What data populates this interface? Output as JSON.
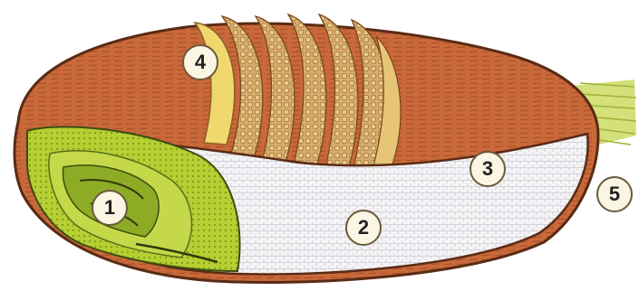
{
  "labels": {
    "embryo": "1",
    "endosperm": "2",
    "aleurone": "3",
    "pericarp": "4",
    "brush": "5"
  },
  "colors": {
    "pericarp": "#c9693a",
    "pericarp_dark": "#8d3a1e",
    "endosperm": "#f3f3f5",
    "embryo": "#a6c52a",
    "embryo_dark": "#4f6a12",
    "bran_layers": "#d2a263",
    "brush": "#c8d75a",
    "marker_fill": "#fbf5e4",
    "marker_border": "#6a5a3c"
  }
}
